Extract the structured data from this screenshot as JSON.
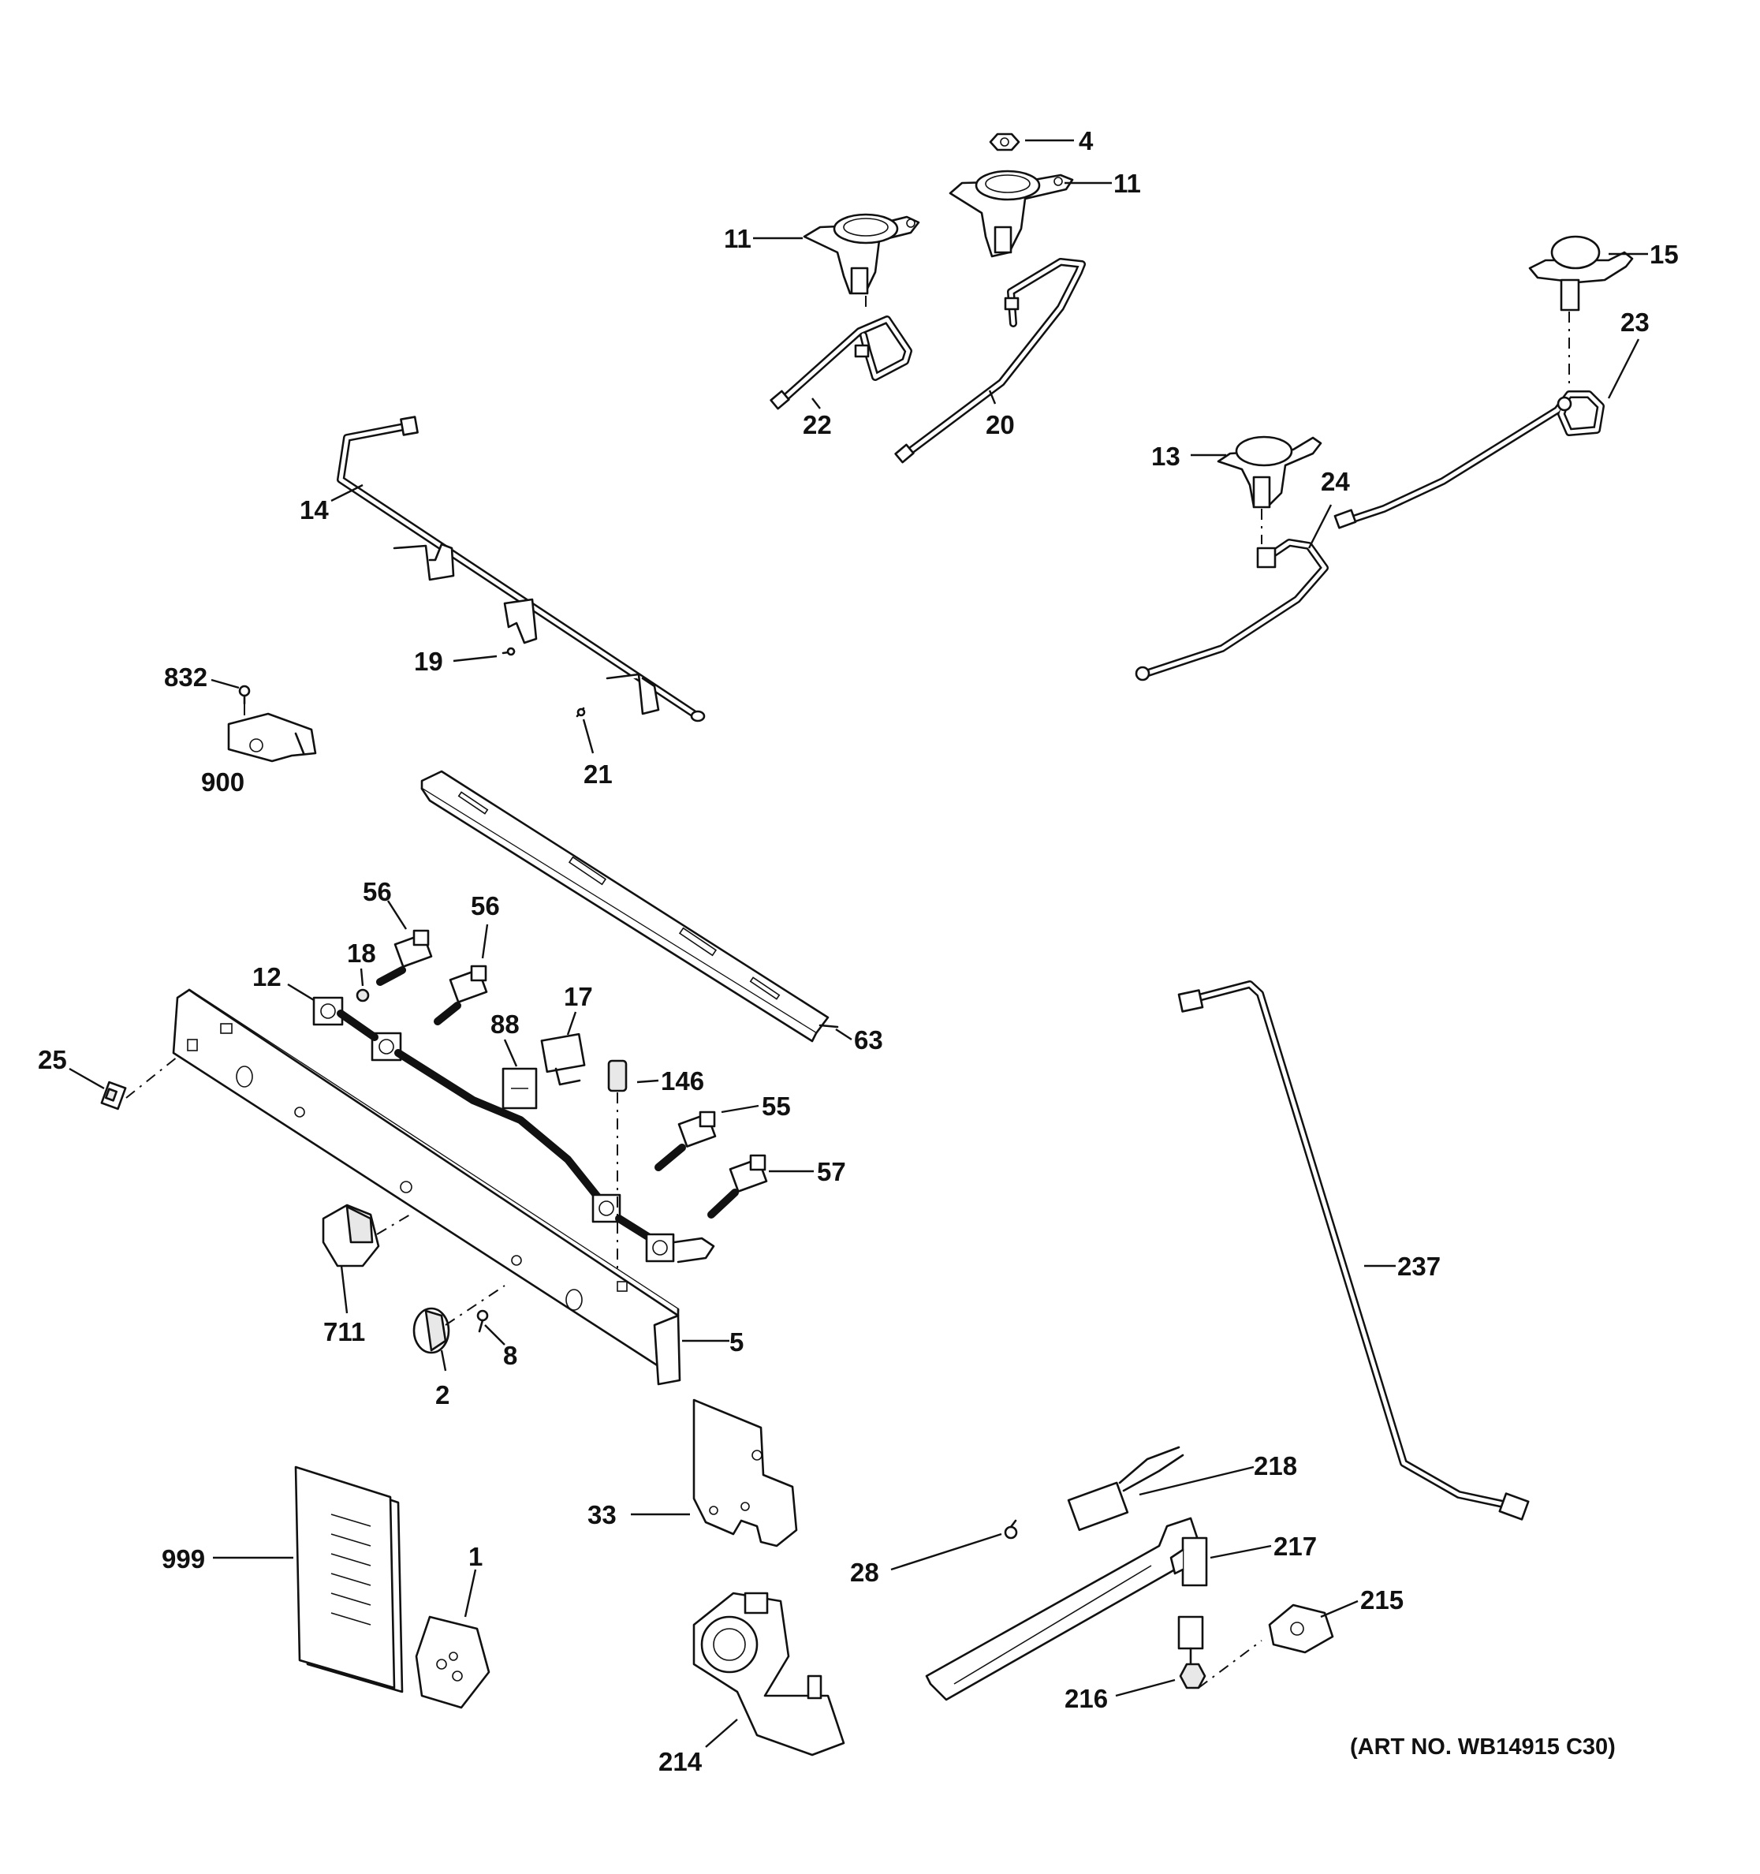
{
  "diagram": {
    "art_number": "(ART NO. WB14915 C30)",
    "callouts": [
      {
        "key": "c4",
        "label": "4"
      },
      {
        "key": "c11a",
        "label": "11"
      },
      {
        "key": "c11b",
        "label": "11"
      },
      {
        "key": "c15",
        "label": "15"
      },
      {
        "key": "c22",
        "label": "22"
      },
      {
        "key": "c20",
        "label": "20"
      },
      {
        "key": "c23",
        "label": "23"
      },
      {
        "key": "c13",
        "label": "13"
      },
      {
        "key": "c24",
        "label": "24"
      },
      {
        "key": "c14",
        "label": "14"
      },
      {
        "key": "c19",
        "label": "19"
      },
      {
        "key": "c832",
        "label": "832"
      },
      {
        "key": "c21",
        "label": "21"
      },
      {
        "key": "c900",
        "label": "900"
      },
      {
        "key": "c56a",
        "label": "56"
      },
      {
        "key": "c56b",
        "label": "56"
      },
      {
        "key": "c18",
        "label": "18"
      },
      {
        "key": "c12",
        "label": "12"
      },
      {
        "key": "c17",
        "label": "17"
      },
      {
        "key": "c88",
        "label": "88"
      },
      {
        "key": "c63",
        "label": "63"
      },
      {
        "key": "c146",
        "label": "146"
      },
      {
        "key": "c25",
        "label": "25"
      },
      {
        "key": "c55",
        "label": "55"
      },
      {
        "key": "c57",
        "label": "57"
      },
      {
        "key": "c237",
        "label": "237"
      },
      {
        "key": "c711",
        "label": "711"
      },
      {
        "key": "c8",
        "label": "8"
      },
      {
        "key": "c5",
        "label": "5"
      },
      {
        "key": "c2",
        "label": "2"
      },
      {
        "key": "c218",
        "label": "218"
      },
      {
        "key": "c33",
        "label": "33"
      },
      {
        "key": "c217",
        "label": "217"
      },
      {
        "key": "c999",
        "label": "999"
      },
      {
        "key": "c1",
        "label": "1"
      },
      {
        "key": "c28",
        "label": "28"
      },
      {
        "key": "c215",
        "label": "215"
      },
      {
        "key": "c216",
        "label": "216"
      },
      {
        "key": "c214",
        "label": "214"
      }
    ]
  }
}
